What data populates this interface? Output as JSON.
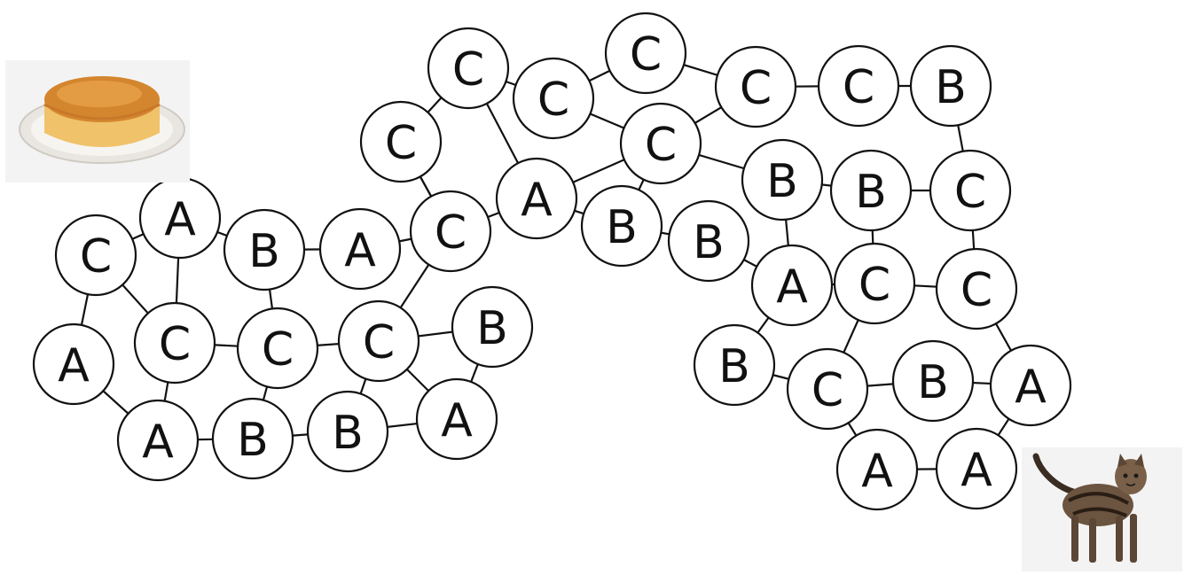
{
  "puzzle": {
    "start_item": {
      "name": "cake",
      "icon": "cake-on-plate-icon"
    },
    "end_item": {
      "name": "cat",
      "icon": "tabby-cat-icon"
    },
    "node_letters": [
      "C",
      "A",
      "B",
      "A",
      "C",
      "A",
      "C",
      "C",
      "C",
      "B",
      "A",
      "B",
      "B",
      "A",
      "C",
      "C",
      "A",
      "C",
      "B",
      "C",
      "C",
      "B",
      "B",
      "A",
      "C",
      "B",
      "C",
      "A",
      "A",
      "C",
      "B",
      "B",
      "C",
      "C",
      "C",
      "B",
      "A"
    ],
    "colors": {
      "stroke": "#111111",
      "fill": "#ffffff",
      "text": "#111111"
    }
  }
}
